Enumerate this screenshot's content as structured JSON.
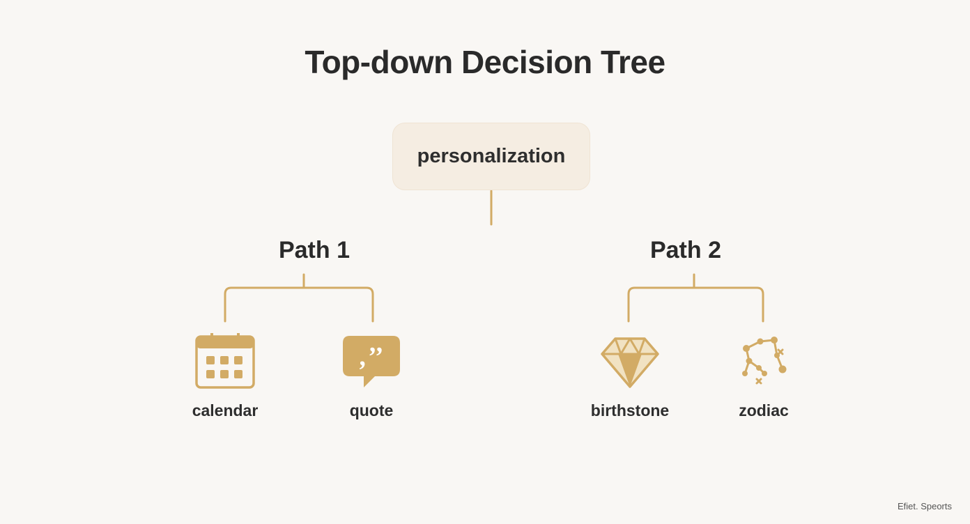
{
  "title": "Top-down Decision Tree",
  "root": {
    "label": "personalization"
  },
  "paths": [
    {
      "label": "Path 1",
      "leaves": [
        {
          "label": "calendar",
          "icon": "calendar-icon"
        },
        {
          "label": "quote",
          "icon": "quote-bubble-icon"
        }
      ]
    },
    {
      "label": "Path 2",
      "leaves": [
        {
          "label": "birthstone",
          "icon": "diamond-icon"
        },
        {
          "label": "zodiac",
          "icon": "constellation-icon"
        }
      ]
    }
  ],
  "footer": "Efiet. Speorts",
  "colors": {
    "accent": "#d2ab65",
    "root_fill": "#f5ede2",
    "background": "#f9f7f4",
    "text": "#2a2a2a"
  }
}
